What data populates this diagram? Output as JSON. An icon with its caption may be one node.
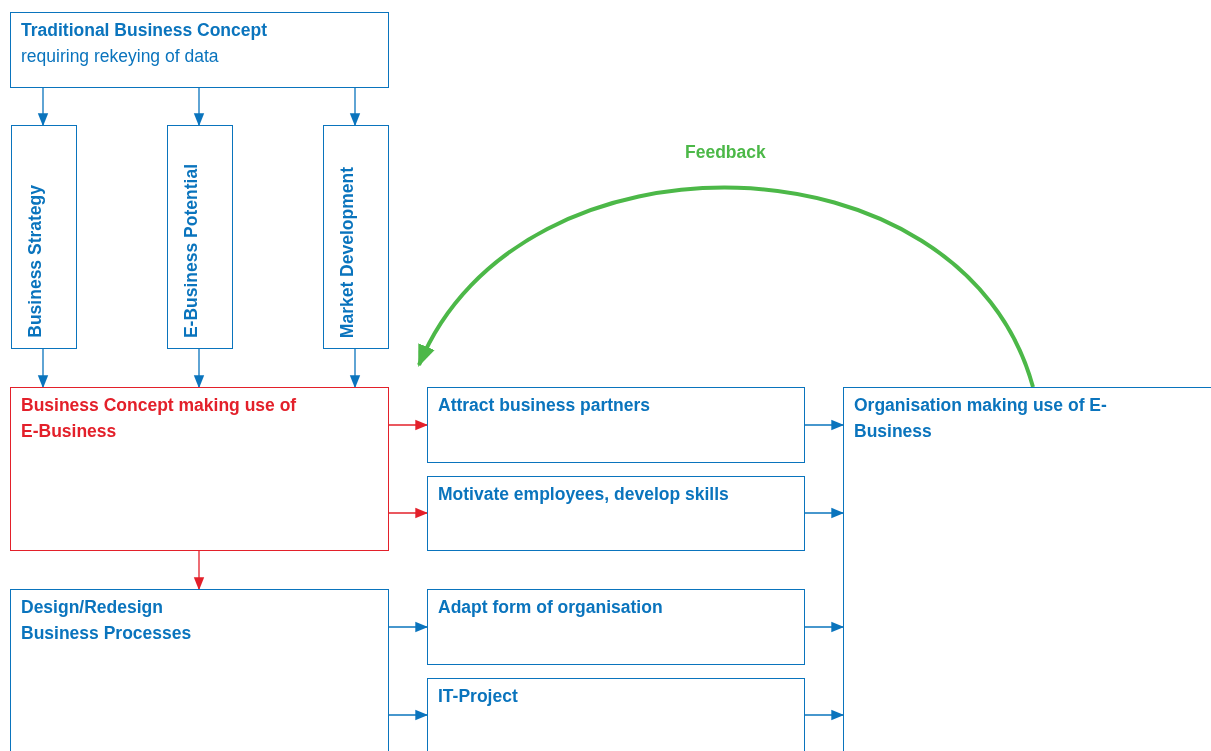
{
  "diagram": {
    "nodes": [
      {
        "text": [
          "Traditional Business Concept",
          "requiring rekeying of data"
        ]
      },
      {
        "text": [
          "Business Strategy"
        ]
      },
      {
        "text": [
          "E-Business Potential"
        ]
      },
      {
        "text": [
          "Market Development"
        ]
      },
      {
        "text": [
          "Business Concept making use of E-Business"
        ]
      },
      {
        "text": [
          "Attract business partners"
        ]
      },
      {
        "text": [
          "Motivate employees, develop skills"
        ]
      },
      {
        "text": [
          "Organisation making use of E-Business"
        ]
      },
      {
        "text": [
          "Design/Redesign Business Processes"
        ]
      },
      {
        "text": [
          "Adapt form of organisation"
        ]
      },
      {
        "text": [
          "IT-Project"
        ]
      }
    ],
    "edges": [
      {
        "from": 0,
        "to": 1,
        "arrow": "to"
      },
      {
        "from": 0,
        "to": 2,
        "arrow": "to"
      },
      {
        "from": 0,
        "to": 3,
        "arrow": "to"
      },
      {
        "from": 1,
        "to": 4,
        "arrow": "to"
      },
      {
        "from": 2,
        "to": 4,
        "arrow": "to"
      },
      {
        "from": 3,
        "to": 4,
        "arrow": "to"
      },
      {
        "from": 4,
        "to": 5,
        "arrow": "to",
        "color": "#e3202a"
      },
      {
        "from": 4,
        "to": 6,
        "arrow": "to",
        "color": "#e3202a"
      },
      {
        "from": 4,
        "to": 8,
        "arrow": "to",
        "color": "#e3202a"
      },
      {
        "from": 5,
        "to": 7,
        "arrow": "to"
      },
      {
        "from": 6,
        "to": 7,
        "arrow": "to"
      },
      {
        "from": 8,
        "to": 9,
        "arrow": "to"
      },
      {
        "from": 8,
        "to": 10,
        "arrow": "to"
      },
      {
        "from": 9,
        "to": 7,
        "arrow": "to"
      },
      {
        "from": 10,
        "to": 7,
        "arrow": "to"
      },
      {
        "from": 7,
        "to": 4,
        "arrow": "to",
        "label": "Feedback",
        "style": "thick",
        "color": "#4cb848"
      }
    ]
  }
}
